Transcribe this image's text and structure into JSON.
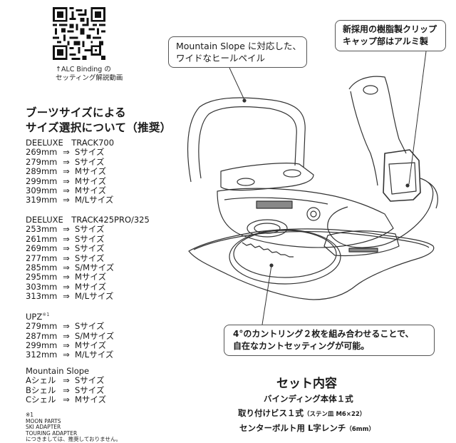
{
  "qr": {
    "caption_line1": "↑ALC Binding の",
    "caption_line2": "セッティング解説動画"
  },
  "size_guide": {
    "heading_line1": "ブーツサイズによる",
    "heading_line2": "サイズ選択について（推奨）",
    "arrow": "⇒",
    "sections": [
      {
        "title": "DEELUXE　TRACK700",
        "rows": [
          {
            "mm": "269mm",
            "size": "Sサイズ"
          },
          {
            "mm": "279mm",
            "size": "Sサイズ"
          },
          {
            "mm": "289mm",
            "size": "Mサイズ"
          },
          {
            "mm": "299mm",
            "size": "Mサイズ"
          },
          {
            "mm": "309mm",
            "size": "Mサイズ"
          },
          {
            "mm": "319mm",
            "size": "M/Lサイズ"
          }
        ]
      },
      {
        "title": "DEELUXE　TRACK425PRO/325",
        "rows": [
          {
            "mm": "253mm",
            "size": "Sサイズ"
          },
          {
            "mm": "261mm",
            "size": "Sサイズ"
          },
          {
            "mm": "269mm",
            "size": "Sサイズ"
          },
          {
            "mm": "277mm",
            "size": "Sサイズ"
          },
          {
            "mm": "285mm",
            "size": "S/Mサイズ"
          },
          {
            "mm": "295mm",
            "size": "Mサイズ"
          },
          {
            "mm": "303mm",
            "size": "Mサイズ"
          },
          {
            "mm": "313mm",
            "size": "M/Lサイズ"
          }
        ]
      },
      {
        "title": "UPZ",
        "title_note": "※1",
        "rows": [
          {
            "mm": "279mm",
            "size": "Sサイズ"
          },
          {
            "mm": "287mm",
            "size": "S/Mサイズ"
          },
          {
            "mm": "299mm",
            "size": "Mサイズ"
          },
          {
            "mm": "312mm",
            "size": "M/Lサイズ"
          }
        ]
      },
      {
        "title": "Mountain Slope",
        "rows": [
          {
            "mm": "Aシェル",
            "size": "Sサイズ"
          },
          {
            "mm": "Bシェル",
            "size": "Sサイズ"
          },
          {
            "mm": "Cシェル",
            "size": "Mサイズ"
          }
        ]
      }
    ],
    "footnote": {
      "mark": "※1",
      "lines": [
        "MOON PARTS",
        "SKI ADAPTER",
        "TOURING ADAPTER",
        "につきましては、推奨しておりません。"
      ]
    }
  },
  "callouts": {
    "heel": {
      "line1": "Mountain Slope に対応した、",
      "line2": "ワイドなヒールペイル"
    },
    "clip": {
      "line1": "新採用の樹脂製クリップ",
      "line2": "キャップ部はアルミ製"
    },
    "cant": {
      "line1": "4°のカントリング２枚を組み合わせることで、",
      "line2": "自在なカントセッティングが可能。"
    }
  },
  "set_contents": {
    "title": "セット内容",
    "item1": "バインディング本体１式",
    "item2": "取り付けビス１式",
    "item2_note": "（ステン皿 M6×22）",
    "item3": "センターボルト用 L字レンチ",
    "item3_note": "（6mm）"
  },
  "colors": {
    "text": "#1a1a1a",
    "line": "#333333",
    "callout_border": "#555555"
  }
}
